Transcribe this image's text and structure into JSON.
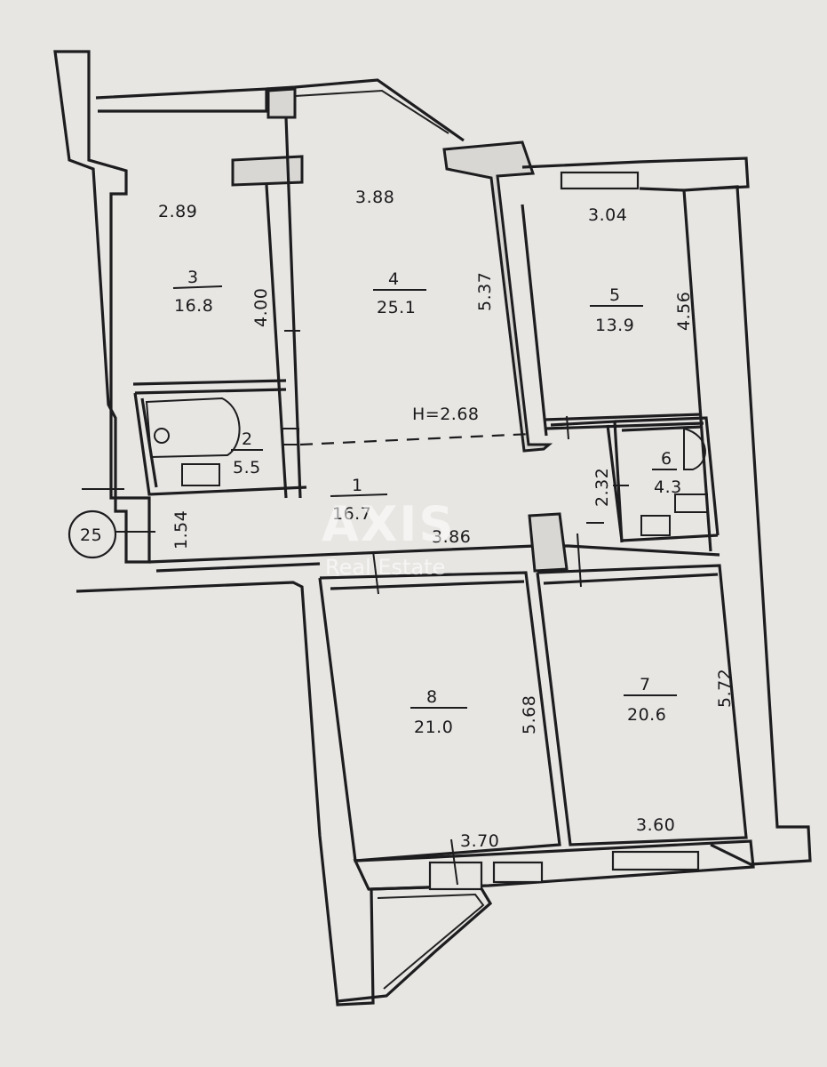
{
  "rooms": [
    {
      "id": "r1",
      "number": "1",
      "area": "16.7"
    },
    {
      "id": "r2",
      "number": "2",
      "area": "5.5"
    },
    {
      "id": "r3",
      "number": "3",
      "area": "16.8"
    },
    {
      "id": "r4",
      "number": "4",
      "area": "25.1"
    },
    {
      "id": "r5",
      "number": "5",
      "area": "13.9"
    },
    {
      "id": "r6",
      "number": "6",
      "area": "4.3"
    },
    {
      "id": "r7",
      "number": "7",
      "area": "20.6"
    },
    {
      "id": "r8",
      "number": "8",
      "area": "21.0"
    }
  ],
  "dimensions": {
    "r3_width": "2.89",
    "r3_depth": "4.00",
    "r4_width": "3.88",
    "r4_depth": "5.37",
    "r5_width": "3.04",
    "r5_depth": "4.56",
    "ceiling_height": "H=2.68",
    "hall_width": "3.86",
    "hall_depth": "1.54",
    "corridor_depth": "2.32",
    "r8_width": "3.70",
    "r8_depth": "5.68",
    "r7_width": "3.60",
    "r7_depth": "5.72"
  },
  "axis_marker": "25",
  "watermark": {
    "brand": "AXIS",
    "subtitle": "Real Estate"
  }
}
